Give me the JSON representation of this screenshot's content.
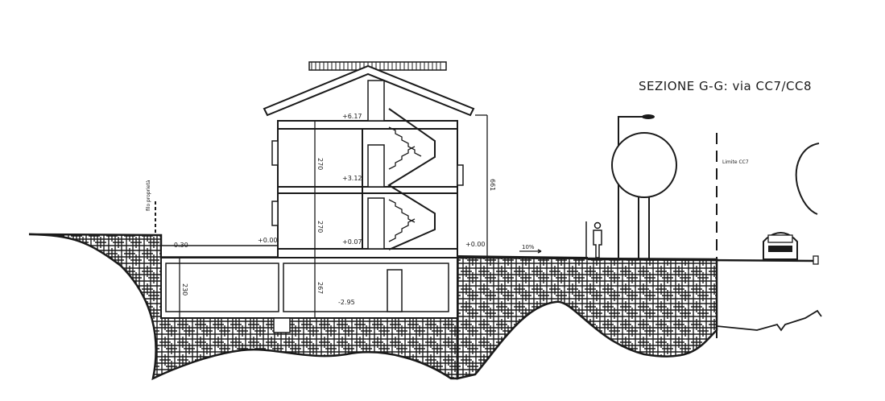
{
  "drawing": {
    "title": "SEZIONE G-G: via CC7/CC8",
    "type": "architectural-section",
    "colors": {
      "ink": "#1a1a1a",
      "paper": "#ffffff"
    }
  },
  "levels": {
    "roof_floor": "+6.17",
    "first_floor": "+3.12",
    "ground_floor": "+0.07",
    "basement": "-2.95",
    "exterior_left": "+0.00",
    "exterior_right": "+0.00",
    "left_step": "-0.30"
  },
  "dimensions": {
    "upper_floor_height": "270",
    "ground_floor_height": "270",
    "basement_height": "267",
    "left_basement_height": "230",
    "total_height": "661"
  },
  "annotations": {
    "slope": "10%",
    "boundary_label": "Limite CC7",
    "profile_label": "filo proprietà"
  },
  "elements": {
    "figures": [
      "person",
      "street-lamp",
      "tree",
      "car",
      "tree-partial"
    ]
  }
}
